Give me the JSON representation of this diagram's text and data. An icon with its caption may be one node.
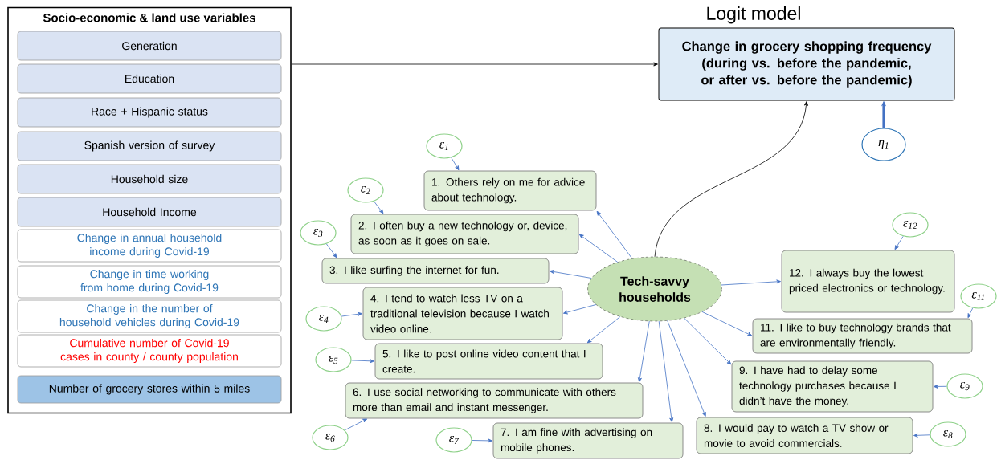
{
  "diagram": {
    "nodes": [
      {
        "text": [
          "Socio-economic & land use variables"
        ]
      },
      {
        "text": [
          "Generation"
        ],
        "in": 0
      },
      {
        "text": [
          "Education"
        ],
        "in": 0
      },
      {
        "text": [
          "Race + Hispanic status"
        ],
        "in": 0
      },
      {
        "text": [
          "Spanish version of survey"
        ],
        "in": 0
      },
      {
        "text": [
          "Household size"
        ],
        "in": 0
      },
      {
        "text": [
          "Household Income"
        ],
        "in": 0
      },
      {
        "text": [
          "Change in annual household income during Covid-19"
        ],
        "in": 0
      },
      {
        "text": [
          "Change in time working from home during Covid-19"
        ],
        "in": 0
      },
      {
        "text": [
          "Change in the number of household vehicles during Covid-19"
        ],
        "in": 0
      },
      {
        "text": [
          "Cumulative number of Covid-19 cases in county / county population"
        ],
        "in": 0
      },
      {
        "text": [
          "Number of grocery stores within 5 miles"
        ],
        "in": 0
      },
      {
        "text": [
          "Logit model",
          "Change in grocery shopping frequency (during vs. before the pandemic, or after vs. before the pandemic)"
        ]
      },
      {
        "text": [
          "η$_{1}$"
        ]
      },
      {
        "text": [
          "Tech-savvy households"
        ]
      },
      {
        "text": [
          "1. Others rely on me for advice about technology."
        ]
      },
      {
        "text": [
          "2. I often buy a new technology or, device, as soon as it goes on sale."
        ]
      },
      {
        "text": [
          "3. I like surfing the internet for fun."
        ]
      },
      {
        "text": [
          "4. I tend to watch less TV on a traditional television because I watch video online."
        ]
      },
      {
        "text": [
          "5. I like to post online video content that I create."
        ]
      },
      {
        "text": [
          "6. I use social networking to communicate with others more than email and instant messenger."
        ]
      },
      {
        "text": [
          "7. I am fine with advertising on mobile phones."
        ]
      },
      {
        "text": [
          "8. I would pay to watch a TV show or movie to avoid commercials."
        ]
      },
      {
        "text": [
          "9. I have had to delay some technology purchases because I didn’t have the money."
        ]
      },
      {
        "text": [
          "11. I like to buy technology brands that are environmentally friendly."
        ]
      },
      {
        "text": [
          "12. I always buy the lowest priced electronics or technology."
        ]
      },
      {
        "text": [
          "ε$_{1}$"
        ]
      },
      {
        "text": [
          "ε$_{2}$"
        ]
      },
      {
        "text": [
          "ε$_{3}$"
        ]
      },
      {
        "text": [
          "ε$_{4}$"
        ]
      },
      {
        "text": [
          "ε$_{5}$"
        ]
      },
      {
        "text": [
          "ε$_{6}$"
        ]
      },
      {
        "text": [
          "ε$_{7}$"
        ]
      },
      {
        "text": [
          "ε$_{8}$"
        ]
      },
      {
        "text": [
          "ε$_{9}$"
        ]
      },
      {
        "text": [
          "ε$_{11}$"
        ]
      },
      {
        "text": [
          "ε$_{12}$"
        ]
      }
    ],
    "edges": [
      {
        "from": 0,
        "to": 12,
        "arrow": "to",
        "color": "#000000"
      },
      {
        "from": 14,
        "to": 12,
        "arrow": "to",
        "color": "#000000"
      },
      {
        "from": 13,
        "to": 12,
        "arrow": "to",
        "style": "thick"
      },
      {
        "from": 14,
        "to": 15,
        "arrow": "to"
      },
      {
        "from": 14,
        "to": 16,
        "arrow": "to"
      },
      {
        "from": 14,
        "to": 17,
        "arrow": "to"
      },
      {
        "from": 14,
        "to": 18,
        "arrow": "to"
      },
      {
        "from": 14,
        "to": 19,
        "arrow": "to"
      },
      {
        "from": 14,
        "to": 20,
        "arrow": "to"
      },
      {
        "from": 14,
        "to": 21,
        "arrow": "to"
      },
      {
        "from": 14,
        "to": 22,
        "arrow": "to"
      },
      {
        "from": 14,
        "to": 23,
        "arrow": "to"
      },
      {
        "from": 14,
        "to": 24,
        "arrow": "to"
      },
      {
        "from": 14,
        "to": 25,
        "arrow": "to"
      },
      {
        "from": 26,
        "to": 15,
        "arrow": "to"
      },
      {
        "from": 27,
        "to": 16,
        "arrow": "to"
      },
      {
        "from": 28,
        "to": 17,
        "arrow": "to"
      },
      {
        "from": 29,
        "to": 18,
        "arrow": "to"
      },
      {
        "from": 30,
        "to": 19,
        "arrow": "to"
      },
      {
        "from": 31,
        "to": 20,
        "arrow": "to"
      },
      {
        "from": 32,
        "to": 21,
        "arrow": "to"
      },
      {
        "from": 33,
        "to": 22,
        "arrow": "to"
      },
      {
        "from": 34,
        "to": 23,
        "arrow": "to"
      },
      {
        "from": 35,
        "to": 24,
        "arrow": "to"
      },
      {
        "from": 36,
        "to": 25,
        "arrow": "to"
      }
    ]
  }
}
